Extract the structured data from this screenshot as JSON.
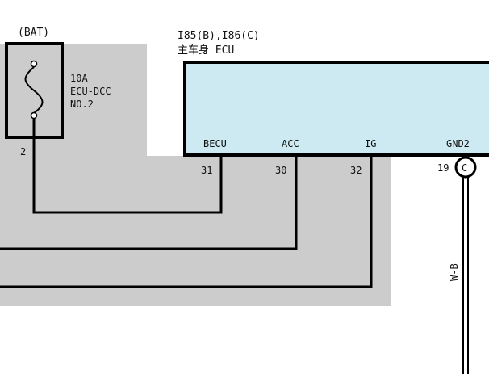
{
  "fuse": {
    "source": "(BAT)",
    "rating": "10A",
    "name_line1": "ECU-DCC",
    "name_line2": "NO.2",
    "pin": "2"
  },
  "ecu": {
    "connector_ref": "I85(B),I86(C)",
    "title": "主车身 ECU",
    "terminals": [
      {
        "label": "BECU",
        "pin": "31"
      },
      {
        "label": "ACC",
        "pin": "30"
      },
      {
        "label": "IG",
        "pin": "32"
      },
      {
        "label": "GND2",
        "pin": "19"
      }
    ],
    "ground_connector": "C",
    "wire_color": "W-B"
  },
  "colors": {
    "shaded_area": "#cccccc",
    "ecu_fill": "#cdeaf2",
    "line": "#000000"
  }
}
